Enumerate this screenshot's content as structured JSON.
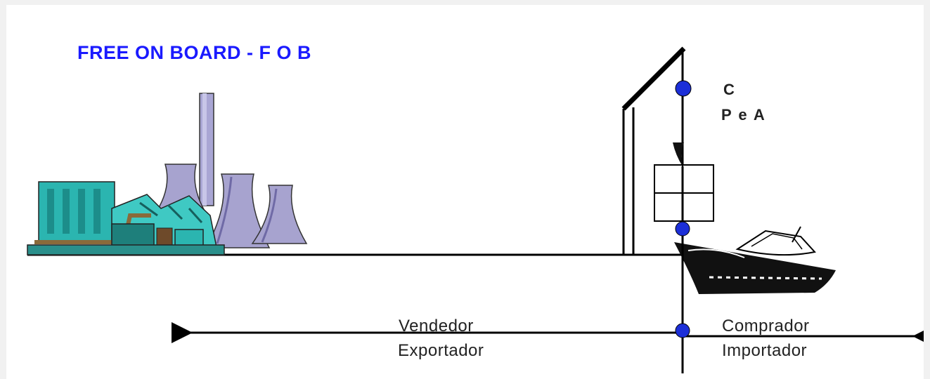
{
  "title": "FREE ON BOARD - F O B",
  "seller": {
    "line1": "Vendedor",
    "line2": "Exportador"
  },
  "buyer": {
    "line1": "Comprador",
    "line2": "Importador"
  },
  "transfer_point": {
    "line1": "C",
    "line2": "P e A"
  },
  "icons": [
    "factory-icon",
    "crane-icon",
    "cargo-box-icon",
    "ship-icon"
  ],
  "colors": {
    "title": "#1a1aff",
    "marker": "#1c2fd8",
    "factory": "#2bb5b0",
    "tower": "#a7a3cf"
  }
}
